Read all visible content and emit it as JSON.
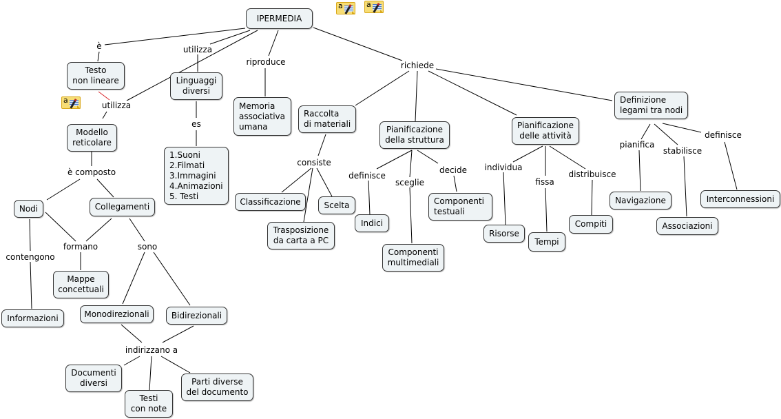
{
  "map_title": "IPERMEDIA",
  "nodes": {
    "ipermedia": "IPERMEDIA",
    "testo": "Testo\nnon lineare",
    "linguaggi": "Linguaggi\ndiversi",
    "memoria": "Memoria\nassociativa\numana",
    "raccolta": "Raccolta\ndi materiali",
    "pian_struttura": "Pianificazione\ndella struttura",
    "pian_attivita": "Pianificazione\ndelle attività",
    "definizione": "Definizione\nlegami tra nodi",
    "modello": "Modello\nreticolare",
    "esempi": "1.Suoni\n2.Filmati\n3.Immagini\n4.Animazioni\n5. Testi",
    "classificazione": "Classificazione",
    "scelta": "Scelta",
    "trasposizione": "Trasposizione\nda carta a PC",
    "indici": "Indici",
    "comp_testuali": "Componenti\ntestuali",
    "comp_multimediali": "Componenti\nmultimediali",
    "risorse": "Risorse",
    "tempi": "Tempi",
    "compiti": "Compiti",
    "navigazione": "Navigazione",
    "associazioni": "Associazioni",
    "interconnessioni": "Interconnessioni",
    "nodi": "Nodi",
    "collegamenti": "Collegamenti",
    "mappe": "Mappe\nconcettuali",
    "informazioni": "Informazioni",
    "monodirezionali": "Monodirezionali",
    "bidirezionali": "Bidirezionali",
    "documenti": "Documenti\ndiversi",
    "testi_note": "Testi\ncon note",
    "parti": "Parti diverse\ndel documento"
  },
  "links": {
    "e": "è",
    "utilizza1": "utilizza",
    "riproduce": "riproduce",
    "richiede": "richiede",
    "utilizza2": "utilizza",
    "es": "es",
    "consiste": "consiste",
    "definisce1": "definisce",
    "sceglie": "sceglie",
    "decide": "decide",
    "individua": "individua",
    "fissa": "fissa",
    "distribuisce": "distribuisce",
    "pianifica": "pianifica",
    "stabilisce": "stabilisce",
    "definisce2": "definisce",
    "composto": "è composto",
    "formano": "formano",
    "contengono": "contengono",
    "sono": "sono",
    "indirizzano": "indirizzano a"
  },
  "annotations": [
    {
      "icon": "note-icon",
      "glyph": "a"
    },
    {
      "icon": "note-icon",
      "glyph": "a"
    },
    {
      "icon": "note-icon",
      "glyph": "a"
    }
  ],
  "colors": {
    "node_fill": "#eef3f5",
    "node_border": "#333333",
    "line": "#000000",
    "highlight_line": "#d9262b",
    "note_fill": "#f7dd74"
  }
}
